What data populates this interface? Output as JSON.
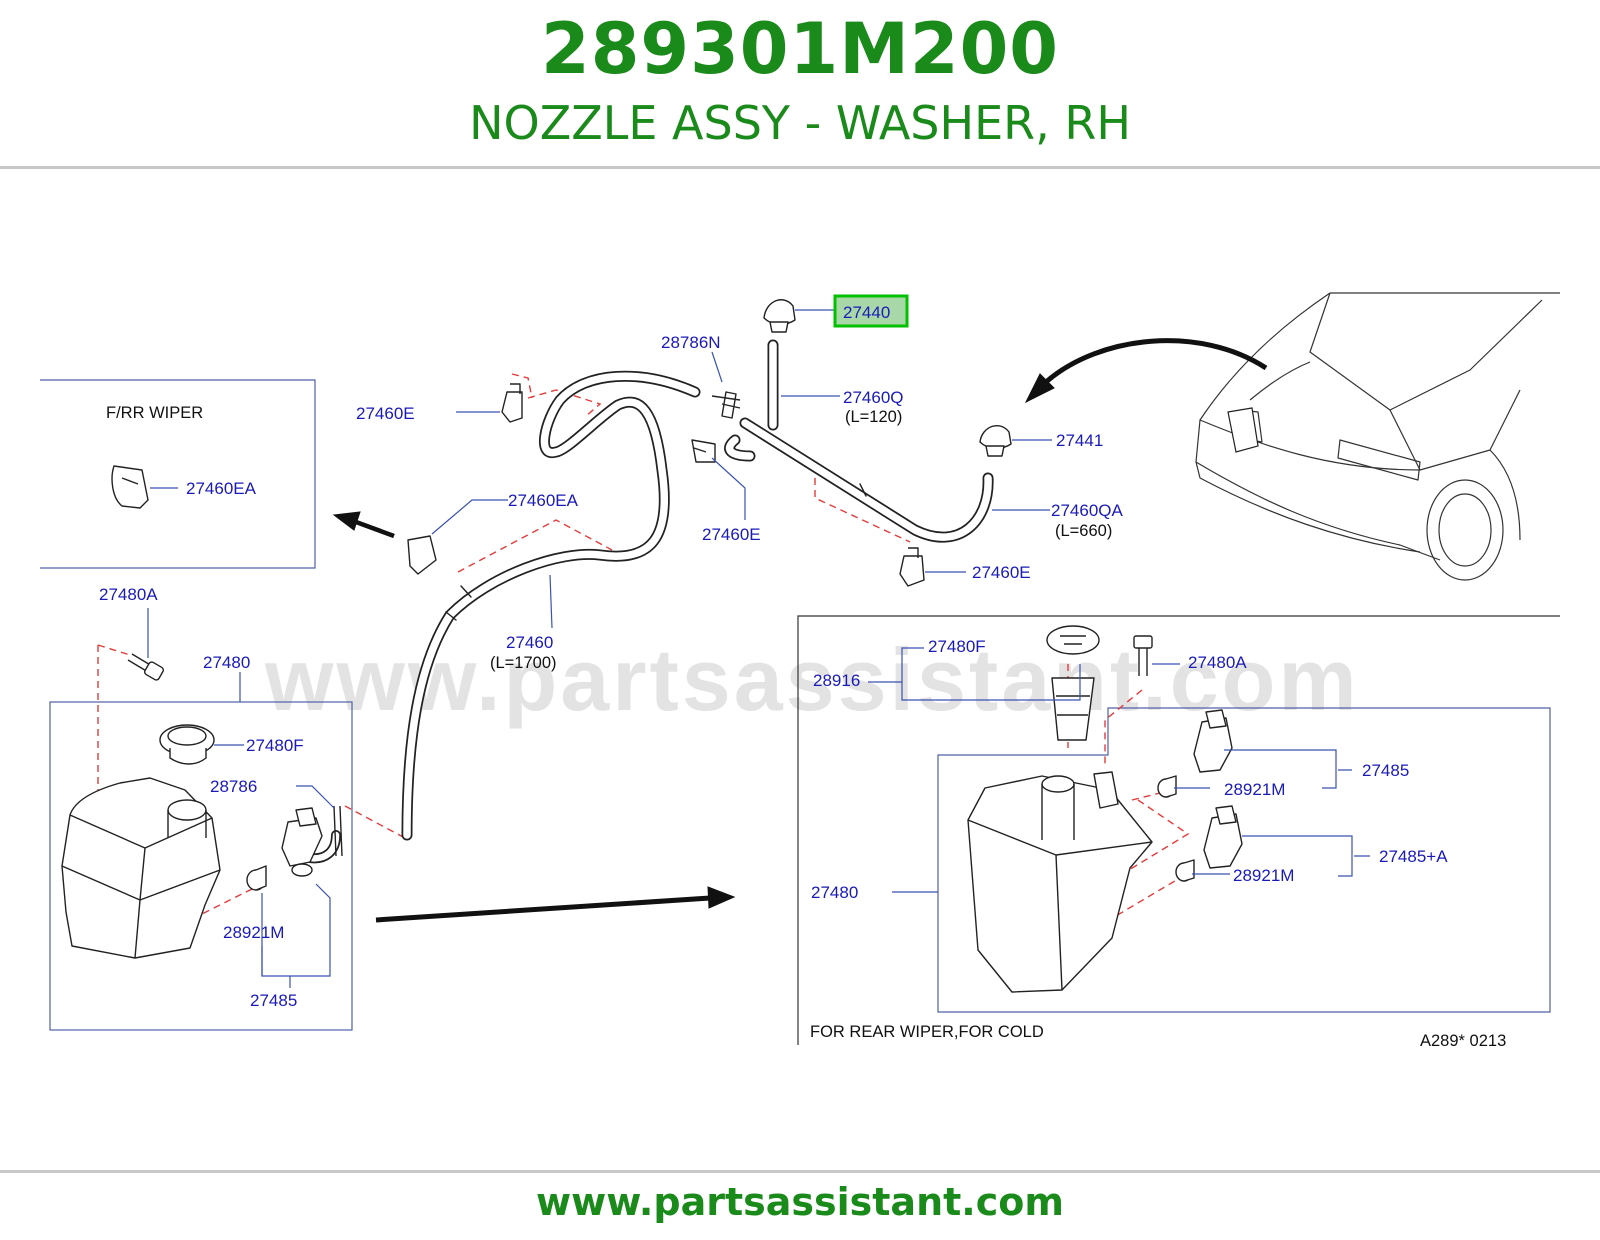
{
  "header": {
    "part_number": "289301M200",
    "description": "NOZZLE ASSY - WASHER, RH"
  },
  "footer": {
    "url": "www.partsassistant.com"
  },
  "watermark": "www.partsassistant.com",
  "colors": {
    "brand_green": "#1a8a1a",
    "label_blue": "#1a1ab8",
    "leader_blue": "#3a52b0",
    "highlight_green": "#00c000",
    "highlight_fill": "#a8d8a8",
    "dash_red": "#e23c3c",
    "line_art": "#222222"
  },
  "diagram": {
    "highlighted_part": "27440",
    "labels": {
      "p27440": "27440",
      "p28786N": "28786N",
      "p27460Q": "27460Q",
      "p27460Q_len": "(L=120)",
      "p27460E_a": "27460E",
      "p27441": "27441",
      "p27460QA": "27460QA",
      "p27460QA_len": "(L=660)",
      "p27460E_b": "27460E",
      "p27460E_c": "27460E",
      "p27460EA_main": "27460EA",
      "p27460": "27460",
      "p27460_len": "(L=1700)",
      "p27480A_left": "27480A",
      "p27480_left": "27480",
      "p27480F_left": "27480F",
      "p28786": "28786",
      "p28921M_left": "28921M",
      "p27485_left": "27485",
      "inset_27460EA": "27460EA",
      "r27480F": "27480F",
      "r28916": "28916",
      "r27480A": "27480A",
      "r27485": "27485",
      "r28921M_a": "28921M",
      "r27485A": "27485+A",
      "r28921M_b": "28921M",
      "r27480": "27480"
    },
    "inset_title": "F/RR   WIPER",
    "rear_note": "FOR   REAR   WIPER,FOR   COLD",
    "diagram_code": "A289*   0213"
  }
}
